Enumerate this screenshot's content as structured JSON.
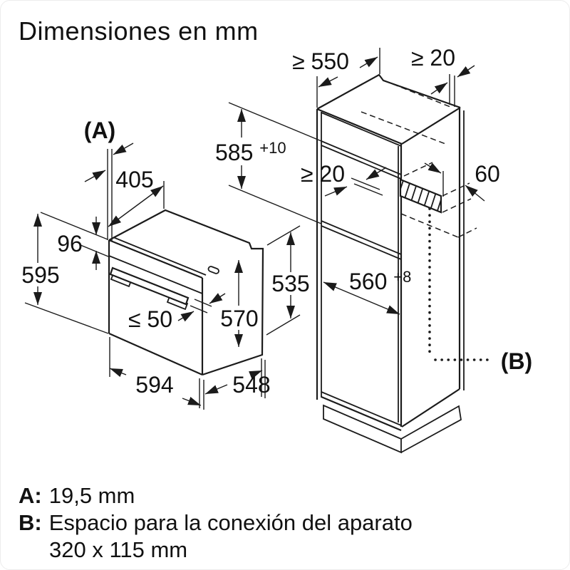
{
  "title": "Dimensiones en mm",
  "legend": {
    "a_key": "A:",
    "a_value": "19,5 mm",
    "b_key": "B:",
    "b_value_line1": "Espacio para la conexión del aparato",
    "b_value_line2": "320 x 115 mm"
  },
  "diagram": {
    "units": "mm",
    "oven": {
      "label": "(A)",
      "dims": {
        "top_depth": "405",
        "control_panel_height": "96",
        "total_height": "595",
        "handle_protrusion": "≤ 50",
        "front_height": "570",
        "body_height": "535",
        "width": "594",
        "body_depth": "548"
      }
    },
    "cabinet": {
      "label": "(B)",
      "dims": {
        "min_depth": "≥ 550",
        "top_rear_gap": "≥ 20",
        "niche_height": "585",
        "niche_height_tolerance": "+10",
        "mid_rear_gap": "≥ 20",
        "rear_recess_depth": "60",
        "niche_width": "560",
        "niche_width_tolerance": "+8"
      }
    }
  },
  "colors": {
    "line": "#1b1b1b",
    "background": "#ffffff",
    "border": "#ececec"
  }
}
